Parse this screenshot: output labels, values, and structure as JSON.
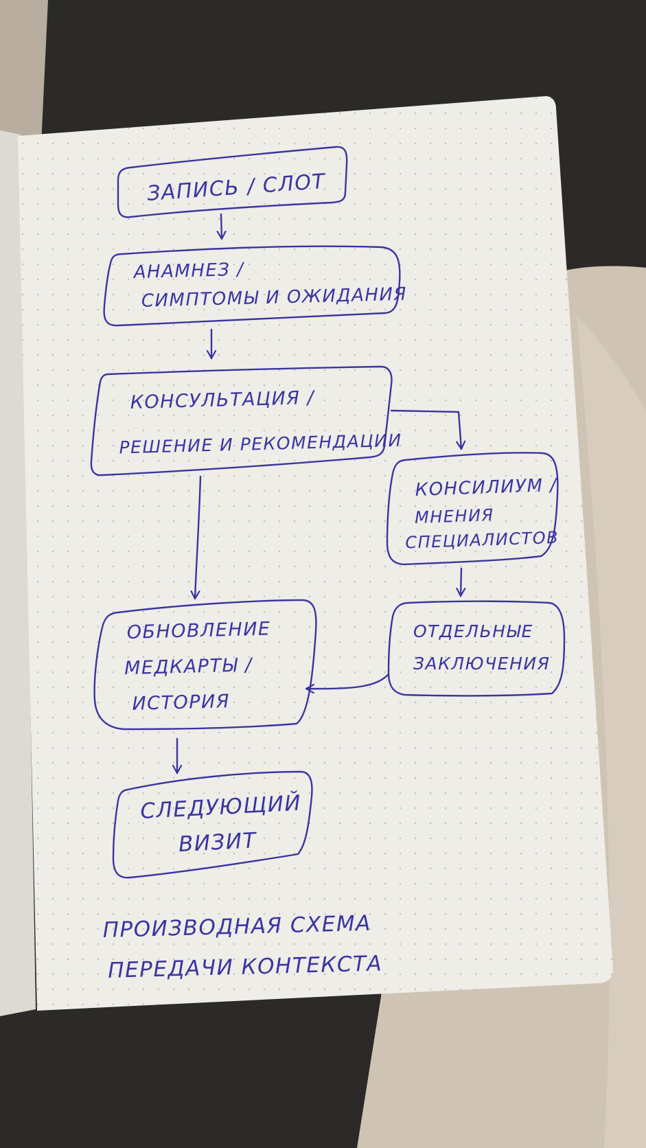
{
  "diagram": {
    "nodes": [
      {
        "id": "booking",
        "lines": [
          "ЗАПИСЬ / СЛОТ"
        ]
      },
      {
        "id": "anamnesis",
        "lines": [
          "АНАМНЕЗ /",
          "СИМПТОМЫ И ОЖИДАНИЯ"
        ]
      },
      {
        "id": "consultation",
        "lines": [
          "КОНСУЛЬТАЦИЯ /",
          "РЕШЕНИЕ И РЕКОМЕНДАЦИИ"
        ]
      },
      {
        "id": "council",
        "lines": [
          "КОНСИЛИУМ /",
          "МНЕНИЯ",
          "СПЕЦИАЛИСТОВ"
        ]
      },
      {
        "id": "conclusions",
        "lines": [
          "ОТДЕЛЬНЫЕ",
          "ЗАКЛЮЧЕНИЯ"
        ]
      },
      {
        "id": "record-update",
        "lines": [
          "ОБНОВЛЕНИЕ",
          "МЕДКАРТЫ /",
          "ИСТОРИЯ"
        ]
      },
      {
        "id": "next-visit",
        "lines": [
          "СЛЕДУЮЩИЙ",
          "ВИЗИТ"
        ]
      }
    ],
    "edges": [
      {
        "from": "booking",
        "to": "anamnesis"
      },
      {
        "from": "anamnesis",
        "to": "consultation"
      },
      {
        "from": "consultation",
        "to": "council"
      },
      {
        "from": "consultation",
        "to": "record-update"
      },
      {
        "from": "council",
        "to": "conclusions"
      },
      {
        "from": "conclusions",
        "to": "record-update"
      },
      {
        "from": "record-update",
        "to": "next-visit"
      }
    ],
    "caption": [
      "ПРОИЗВОДНАЯ СХЕМА",
      "ПЕРЕДАЧИ КОНТЕКСТА"
    ]
  },
  "colors": {
    "ink": "#3a35a0",
    "paper": "#eeede8",
    "background": "#2b2a28",
    "blanket": "#cfc4b4"
  }
}
